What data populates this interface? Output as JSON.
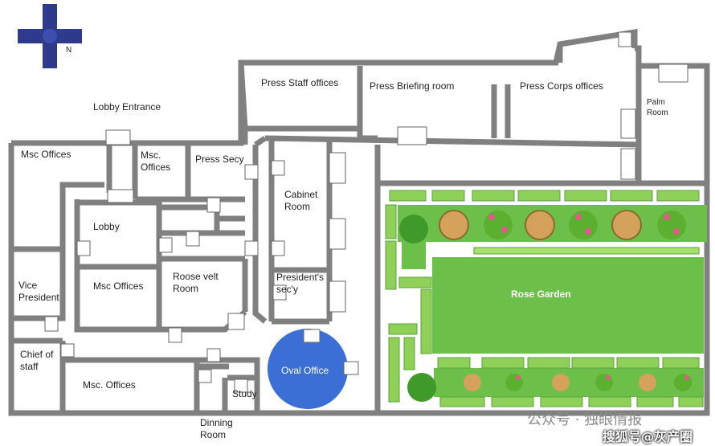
{
  "compass": {
    "north_label": "N",
    "color": "#2e3a8c"
  },
  "rooms": {
    "lobby_entrance": "Lobby Entrance",
    "press_staff": "Press Staff offices",
    "press_briefing": "Press Briefing room",
    "press_corps": "Press Corps offices",
    "palm_room": "Palm\nRoom",
    "msc_offices_top": "Msc Offices",
    "msc_offices_small": "Msc.\nOffices",
    "press_secy": "Press Secy",
    "cabinet_room": "Cabinet\nRoom",
    "lobby": "Lobby",
    "vice_president": "Vice\nPresident",
    "msc_offices_mid": "Msc Offices",
    "roosevelt_room": "Roose velt\nRoom",
    "presidents_secy": "President's\nsec'y",
    "oval_office": "Oval Office",
    "rose_garden": "Rose Garden",
    "chief_of_staff": "Chief of\nstaff",
    "msc_offices_bottom": "Msc. Offices",
    "study": "Study",
    "dinning_room": "Dinning\nRoom"
  },
  "watermark": {
    "line1": "公众号 · 独眼情报",
    "line2": "搜狐号@灰产圈"
  },
  "colors": {
    "wall": "#808080",
    "oval": "#3b6fd6",
    "lawn": "#6cc04a",
    "hedge": "#8fd158",
    "flower": "#e05a8a",
    "path": "#ffffff"
  }
}
